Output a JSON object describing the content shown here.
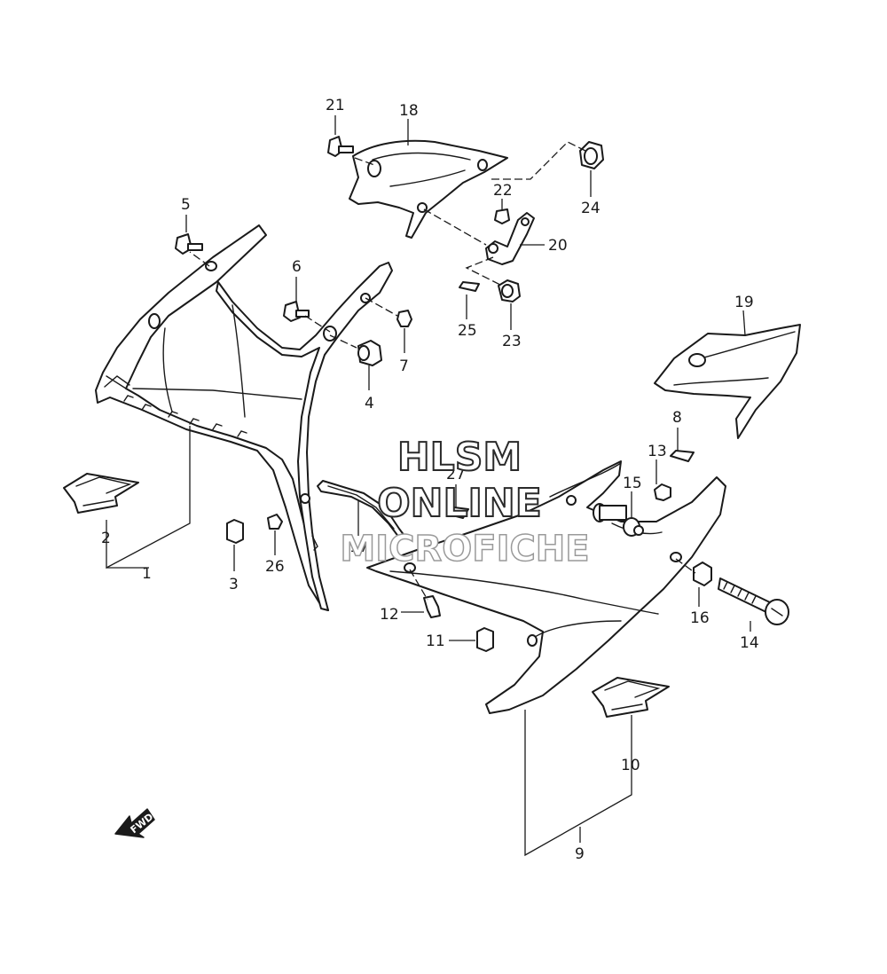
{
  "watermark": {
    "line1": "HLSM",
    "line2": "ONLINE",
    "line3": "MICROFICHE"
  },
  "fwd_label": "FWD",
  "callouts": {
    "c1": "1",
    "c2": "2",
    "c3": "3",
    "c4": "4",
    "c5": "5",
    "c6": "6",
    "c7": "7",
    "c8": "8",
    "c9": "9",
    "c10": "10",
    "c11": "11",
    "c12": "12",
    "c13": "13",
    "c14": "14",
    "c15": "15",
    "c16": "16",
    "c17": "17",
    "c18": "18",
    "c19": "19",
    "c20": "20",
    "c21": "21",
    "c22": "22",
    "c23": "23",
    "c24": "24",
    "c25": "25",
    "c26": "26",
    "c27": "27"
  }
}
